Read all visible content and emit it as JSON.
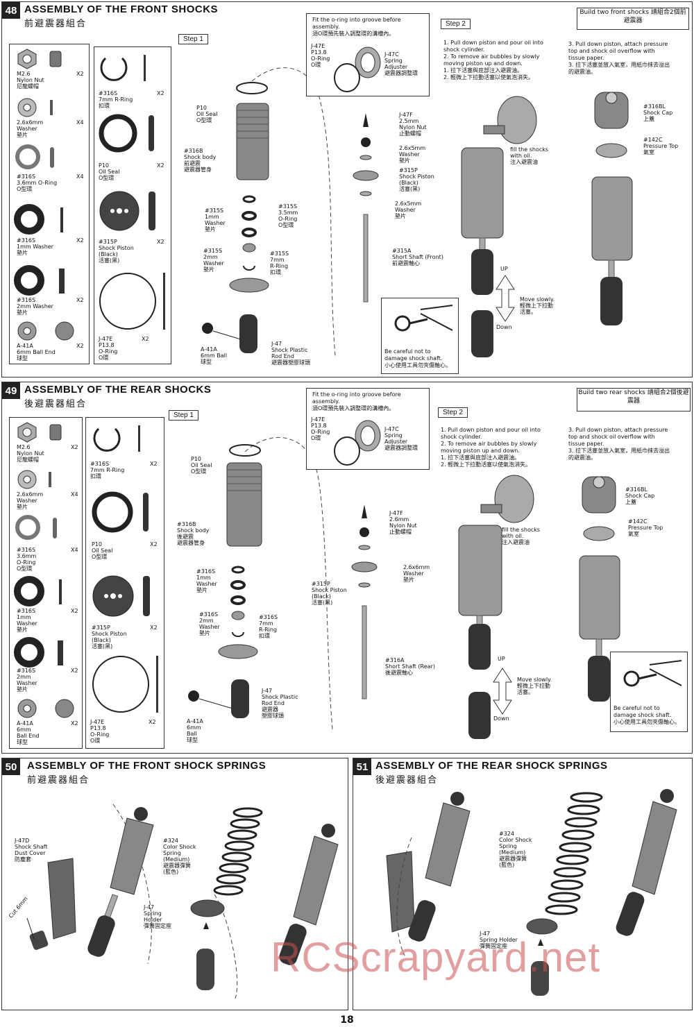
{
  "s48": {
    "num": "48",
    "title": "ASSEMBLY OF THE FRONT SHOCKS",
    "title_zh": "前避震器組合",
    "step1": "Step 1",
    "step2": "Step 2",
    "build": "Build two front shocks\n請組合2個前避震器",
    "oring_note": "Fit the o-ring into groove before\nassembly.\n須O環預先裝入調整環的溝槽內。",
    "j47e": "J-47E\nP13.8\nO-Ring\nO環",
    "j47c": "J-47C\nSpring\nAdjuster\n避震器調整環",
    "step2_text": "1. Pull down piston and pour oil into\n    shock cylinder.\n2. To remove air bubbles by slowly\n    moving piston up and down.\n1. 拉下活塞與底部注入避震油。\n2. 輕微上下拉動活塞以使氣泡消失。",
    "step3_text": "3. Pull down piston, attach pressure\n    top and shock oil overflow with\n    tissue paper.\n3. 拉下活塞並放入氣室，用紙巾抹去溢出\n    的避震油。",
    "parts": [
      {
        "label": "M2.6\nNylon Nut\n尼龍螺帽",
        "qty": "X2"
      },
      {
        "label": "2.6x6mm\nWasher\n墊片",
        "qty": "X4"
      },
      {
        "label": "#316S\n3.6mm O-Ring\nO型環",
        "qty": "X4"
      },
      {
        "label": "#316S\n1mm Washer\n墊片",
        "qty": "X2"
      },
      {
        "label": "#316S\n2mm Washer\n墊片",
        "qty": "X2"
      },
      {
        "label": "A-41A\n6mm Ball End\n球型",
        "qty": "X2"
      }
    ],
    "parts2": [
      {
        "label": "#316S\n7mm R-Ring\n扣環",
        "qty": "X2"
      },
      {
        "label": "P10\nOil Seal\nO型環",
        "qty": "X2"
      },
      {
        "label": "#315P\nShock Piston\n(Black)\n活塞(黑)",
        "qty": "X2"
      },
      {
        "label": "J-47E\nP13.8\nO-Ring\nO環",
        "qty": "X2"
      }
    ],
    "callouts": {
      "p10": "P10\nOil Seal\nO型環",
      "body": "#316B\nShock body\n前避震\n避震器管身",
      "s1mm": "#315S\n1mm\nWasher\n墊片",
      "o35": "#315S\n3.5mm\nO-Ring\nO型環",
      "s2mm": "#315S\n2mm\nWasher\n墊片",
      "r7": "#315S\n7mm\nR-Ring\n扣環",
      "ball": "A-41A\n6mm Ball\n球型",
      "rodend": "J-47\nShock Plastic\nRod End\n避震器塑膠球頭",
      "nut": "J-47F\n2.5mm\nNylon Nut\n止動螺帽",
      "w26": "2.6x5mm\nWasher\n墊片",
      "piston": "#315P\nShock Piston\n(Black)\n活塞(黑)",
      "w26b": "2.6x5mm\nWasher\n墊片",
      "shaft": "#315A\nShort Shaft (Front)\n前避震軸心",
      "fill": "fill the shocks\nwith oil.\n注入避震油",
      "up": "UP",
      "down": "Down",
      "move": "Move slowly.\n輕微上下拉動\n活塞。",
      "careful": "Be careful not to\ndamage shock shaft.\n小心使用工具勿夾傷軸心。",
      "cap": "#316BL\nShock Cap\n上蓋",
      "ptop": "#142C\nPressure Top\n氣室"
    }
  },
  "s49": {
    "num": "49",
    "title": "ASSEMBLY OF THE REAR SHOCKS",
    "title_zh": "後避震器組合",
    "step1": "Step 1",
    "step2": "Step 2",
    "build": "Build two rear shocks\n請組合2個後避震器",
    "oring_note": "Fit the o-ring into groove before\nassembly.\n須O環預先裝入調整環的溝槽內。",
    "j47e": "J-47E\nP13.8\nO-Ring\nO環",
    "j47c": "J-47C\nSpring\nAdjuster\n避震器調整環",
    "step2_text": "1. Pull down piston and pour oil into\n    shock cylinder.\n2. To remove air bubbles by slowly\n    moving piston up and down.\n1. 拉下活塞與底部注入避震油。\n2. 輕微上下拉動活塞以使氣泡消失。",
    "step3_text": "3. Pull down piston, attach pressure\n    top and shock oil overflow with\n    tissue paper.\n3. 拉下活塞並放入氣室，用紙巾抹去溢出\n    的避震油。",
    "parts": [
      {
        "label": "M2.6\nNylon Nut\n尼龍螺帽",
        "qty": "X2"
      },
      {
        "label": "2.6x6mm\nWasher\n墊片",
        "qty": "X4"
      },
      {
        "label": "#316S\n3.6mm\nO-Ring\nO型環",
        "qty": "X4"
      },
      {
        "label": "#316S\n1mm\nWasher\n墊片",
        "qty": "X2"
      },
      {
        "label": "#316S\n2mm\nWasher\n墊片",
        "qty": "X2"
      },
      {
        "label": "A-41A\n6mm\nBall End\n球型",
        "qty": "X2"
      }
    ],
    "parts2": [
      {
        "label": "#316S\n7mm R-Ring\n扣環",
        "qty": "X2"
      },
      {
        "label": "P10\nOil Seal\nO型環",
        "qty": "X2"
      },
      {
        "label": "#315P\nShock Piston\n(Black)\n活塞(黑)",
        "qty": "X2"
      },
      {
        "label": "J-47E\nP13.8\nO-Ring\nO環",
        "qty": "X2"
      }
    ],
    "callouts": {
      "p10": "P10\nOil Seal\nO型環",
      "body": "#316B\nShock body\n後避震\n避震器管身",
      "s1mm": "#316S\n1mm\nWasher\n墊片",
      "s2mm": "#316S\n2mm\nWasher\n墊片",
      "r7": "#316S\n7mm\nR-Ring\n扣環",
      "ball": "A-41A\n6mm\nBall\n球型",
      "rodend": "J-47\nShock Plastic\nRod End\n避震器\n塑膠球頭",
      "nut": "J-47F\n2.6mm\nNylon Nut\n止動螺帽",
      "piston": "#315P\nShock Piston\n(Black)\n活塞(黑)",
      "w26": "2.6x6mm\nWasher\n墊片",
      "shaft": "#316A\nShort Shaft (Rear)\n後避震軸心",
      "fill": "fill the shocks\nwith oil.\n注入避震油",
      "up": "UP",
      "down": "Down",
      "move": "Move slowly.\n輕微上下拉動\n活塞。",
      "careful": "Be careful not to\ndamage shock shaft.\n小心使用工具勿夾傷軸心。",
      "cap": "#316BL\nShock Cap\n上蓋",
      "ptop": "#142C\nPressure Top\n氣室"
    }
  },
  "s50": {
    "num": "50",
    "title": "ASSEMBLY OF THE FRONT SHOCK SPRINGS",
    "title_zh": "前避震器組合",
    "dust": "J-47D\nShock Shaft\nDust Cover\n防塵套",
    "cut": "Cut 6mm",
    "spring": "#324\nColor Shock\nSpring\n(Medium)\n避震器彈簧\n(藍色)",
    "holder": "J-47\nSpring\nHolder\n彈簧固定座"
  },
  "s51": {
    "num": "51",
    "title": "ASSEMBLY OF THE REAR SHOCK SPRINGS",
    "title_zh": "後避震器組合",
    "spring": "#324\nColor Shock\nSpring\n(Medium)\n避震器彈簧\n(藍色)",
    "holder": "J-47\nSpring Holder\n彈簧固定座"
  },
  "page_number": "18",
  "watermark": "RCScrapyard.net"
}
